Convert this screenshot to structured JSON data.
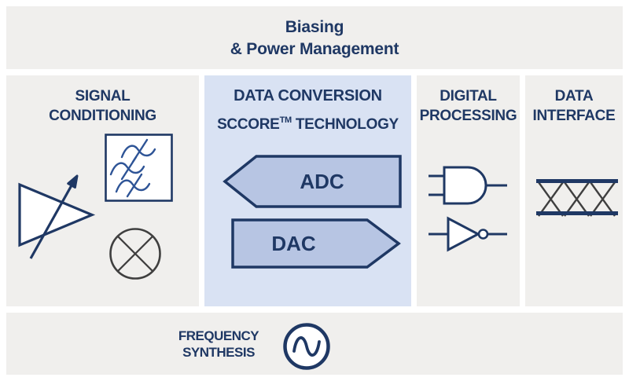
{
  "top_banner": {
    "line1": "Biasing",
    "line2": "& Power Management"
  },
  "signal_conditioning": {
    "title_line1": "SIGNAL",
    "title_line2": "CONDITIONING",
    "icons": [
      "variable-gain-amplifier",
      "filter",
      "mixer"
    ]
  },
  "data_conversion": {
    "title": "DATA CONVERSION",
    "tech_name": "SCCORE",
    "tech_tm": "TM",
    "tech_rest": "TECHNOLOGY",
    "adc_label": "ADC",
    "dac_label": "DAC"
  },
  "digital_processing": {
    "title_line1": "DIGITAL",
    "title_line2": "PROCESSING",
    "icons": [
      "and-gate",
      "inverter-gate"
    ]
  },
  "data_interface": {
    "title_line1": "DATA",
    "title_line2": "INTERFACE",
    "icons": [
      "eye-diagram"
    ]
  },
  "frequency_synthesis": {
    "title_line1": "FREQUENCY",
    "title_line2": "SYNTHESIS",
    "icons": [
      "oscillator"
    ]
  },
  "colors": {
    "navy": "#1f3864",
    "panel_gray": "#f0efed",
    "panel_blue": "#d9e2f3",
    "arrow_fill": "#b7c5e3",
    "wave_blue": "#2e5496",
    "dark_gray": "#3f3f3f"
  }
}
